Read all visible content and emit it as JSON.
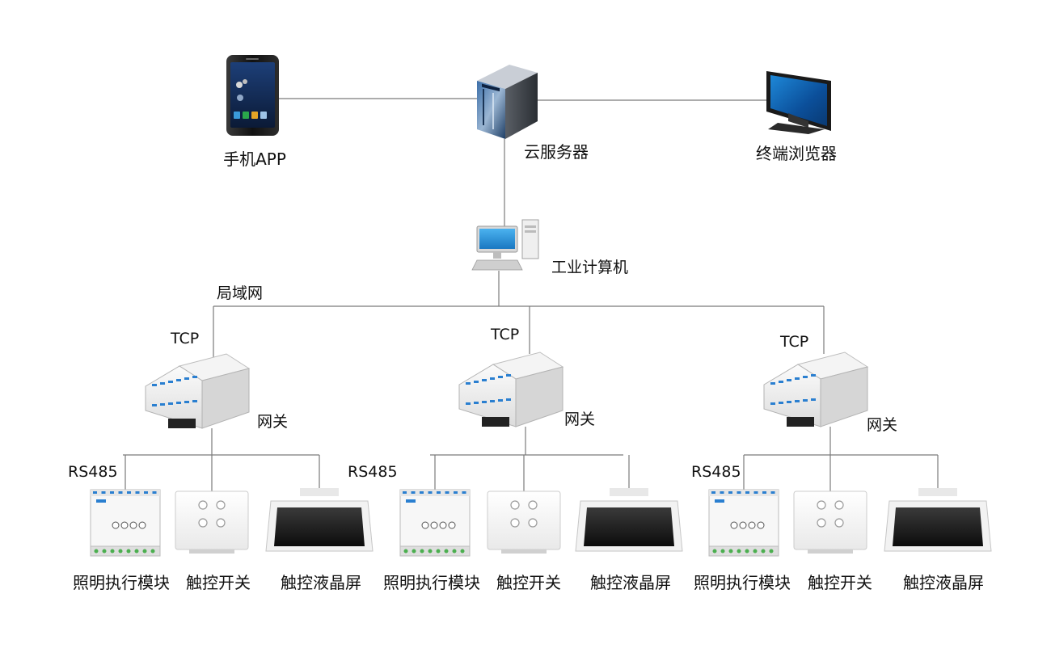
{
  "nodes": {
    "phone": {
      "label": "手机APP"
    },
    "cloud_server": {
      "label": "云服务器"
    },
    "browser_terminal": {
      "label": "终端浏览器"
    },
    "industrial_pc": {
      "label": "工业计算机"
    }
  },
  "lan_label": "局域网",
  "branches": [
    {
      "tcp_label": "TCP",
      "gateway_label": "网关",
      "rs485_label": "RS485",
      "devices": [
        "照明执行模块",
        "触控开关",
        "触控液晶屏"
      ]
    },
    {
      "tcp_label": "TCP",
      "gateway_label": "网关",
      "rs485_label": "RS485",
      "devices": [
        "照明执行模块",
        "触控开关",
        "触控液晶屏"
      ]
    },
    {
      "tcp_label": "TCP",
      "gateway_label": "网关",
      "rs485_label": "RS485",
      "devices": [
        "照明执行模块",
        "触控开关",
        "触控液晶屏"
      ]
    }
  ],
  "colors": {
    "line": "#7a7a7a",
    "screen_blue": "#1f6fb8",
    "device_white": "#f2f2f2",
    "led_blue": "#2a7fd0"
  },
  "icons": [
    "smartphone-icon",
    "server-tower-icon",
    "monitor-icon",
    "desktop-computer-icon",
    "gateway-module-icon",
    "relay-module-icon",
    "touch-switch-icon",
    "touch-lcd-panel-icon"
  ]
}
